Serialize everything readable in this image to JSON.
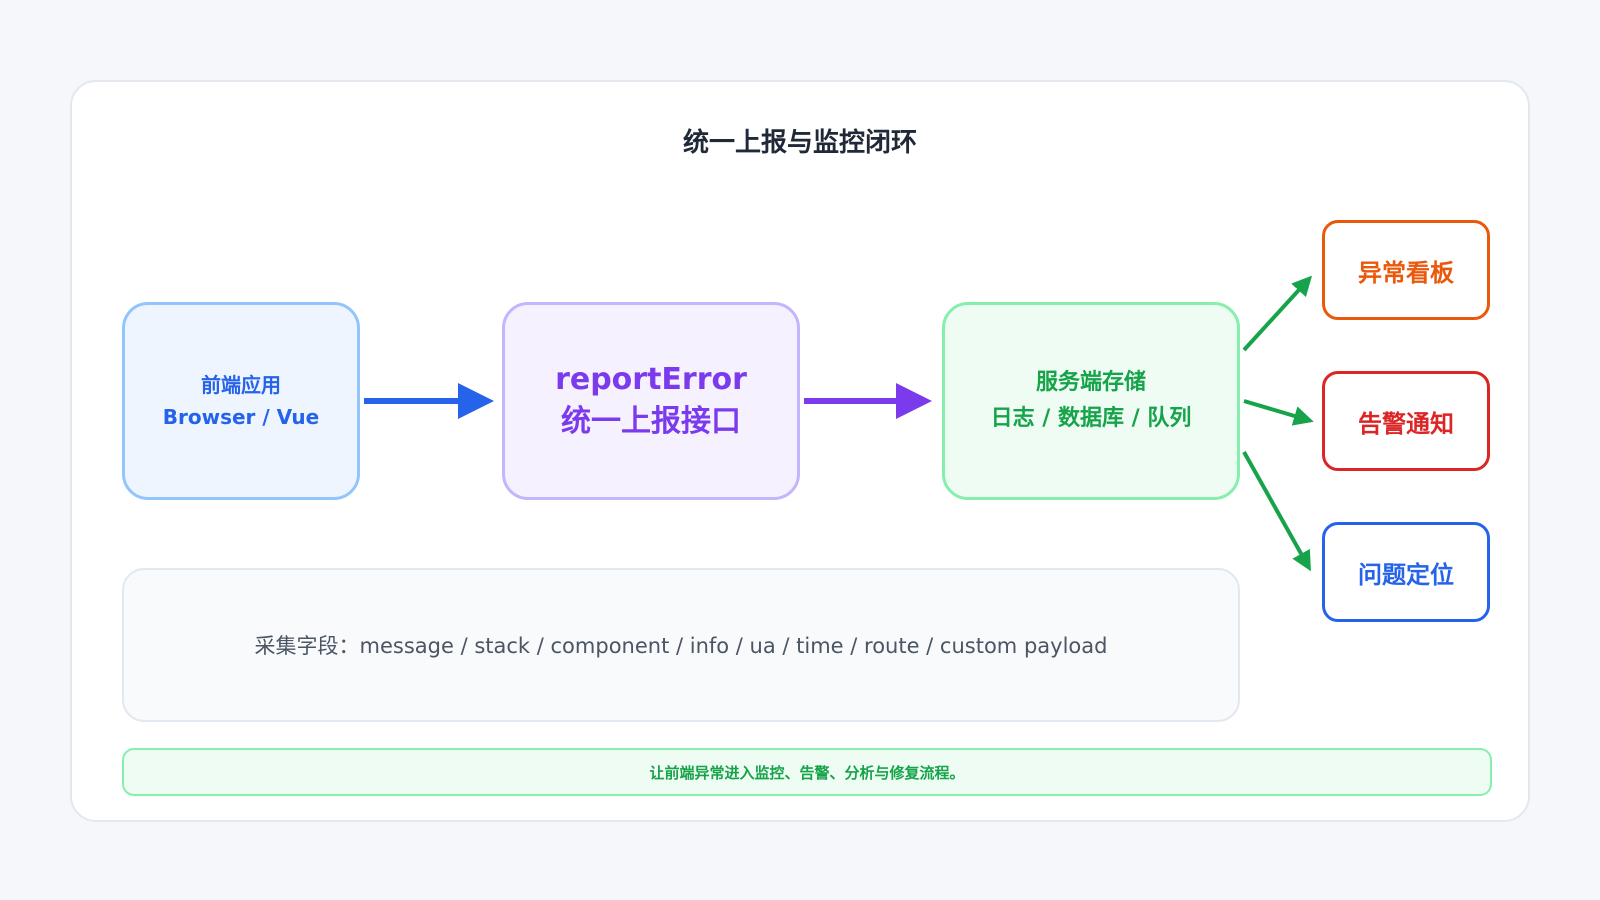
{
  "title": "统一上报与监控闭环",
  "nodes": {
    "frontend": {
      "line1": "前端应用",
      "line2": "Browser / Vue"
    },
    "report": {
      "line1": "reportError",
      "line2": "统一上报接口"
    },
    "storage": {
      "line1": "服务端存储",
      "line2": "日志 / 数据库 / 队列"
    },
    "dashboard": "异常看板",
    "alert": "告警通知",
    "locate": "问题定位"
  },
  "fields": "采集字段：message / stack / component / info / ua / time / route / custom payload",
  "footer": "让前端异常进入监控、告警、分析与修复流程。",
  "colors": {
    "blue": "#2563eb",
    "purple": "#7c3aed",
    "green": "#16a34a",
    "orange": "#ea580c",
    "red": "#dc2626"
  }
}
